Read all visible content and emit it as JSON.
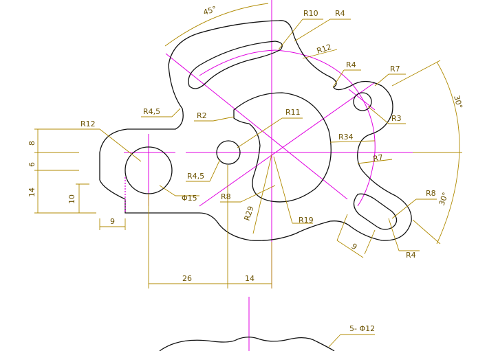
{
  "colors": {
    "outline": "#111111",
    "centerline": "#e000e0",
    "dimension": "#b08a00",
    "text": "#6b5200",
    "background": "#ffffff"
  },
  "labels": {
    "angle_45": "45°",
    "r10": "R10",
    "r4_top": "R4",
    "r12_arc": "R12",
    "r4_right": "R4",
    "r7": "R7",
    "r3": "R3",
    "angle_30_top": "30°",
    "r4_5_top": "R4,5",
    "r2": "R2",
    "r11": "R11",
    "r12_left": "R12",
    "r34": "R34",
    "r7_inner": "R7",
    "dim_8": "8",
    "dim_6": "6",
    "dim_14_v": "14",
    "dim_10": "10",
    "r4_5_left": "R4,5",
    "phi15": "Φ15",
    "r8_center": "R8",
    "r29": "R29",
    "r19": "R19",
    "r8_right": "R8",
    "angle_30_bottom": "30°",
    "dim_9_left": "9",
    "dim_9_slot": "9",
    "r4_bottom": "R4",
    "dim_26": "26",
    "dim_14_h": "14",
    "five_phi12": "5- Φ12"
  }
}
